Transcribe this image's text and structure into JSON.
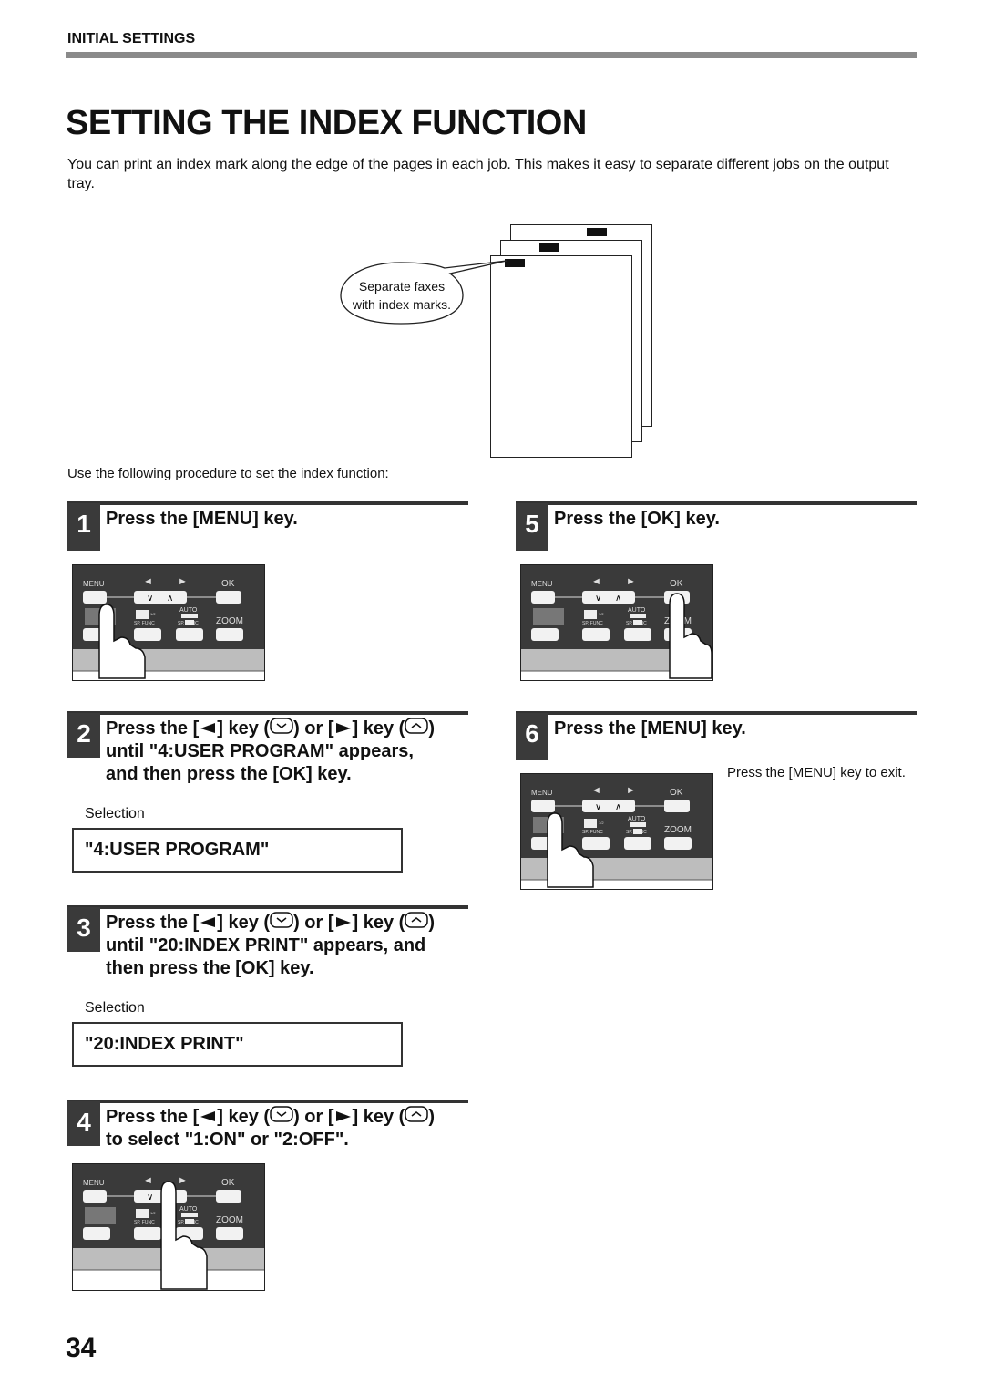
{
  "header": {
    "section": "INITIAL SETTINGS"
  },
  "page_title": "SETTING THE INDEX FUNCTION",
  "intro": "You can print an index mark along the edge of the pages in each job. This makes it easy to separate different jobs on the output tray.",
  "illustration": {
    "callout_line1": "Separate faxes",
    "callout_line2": "with index marks."
  },
  "procedure_intro": "Use the following procedure to set the index function:",
  "panel": {
    "menu": "MENU",
    "ok": "OK",
    "zoom": "ZOOM",
    "auto": "AUTO",
    "sp_func": "SP. FUNC",
    "left_arrow": "◄",
    "right_arrow": "►",
    "down_glyph": "∨",
    "up_glyph": "∧"
  },
  "text": {
    "press_the": "Press the [",
    "key_open": "] key (",
    "or_open": ") or [",
    "close_paren": ")"
  },
  "steps": [
    {
      "number": "1",
      "heading": "Press the [MENU] key."
    },
    {
      "number": "2",
      "line2": "until \"4:USER PROGRAM\" appears,",
      "line3": "and then press the [OK] key.",
      "selection_label": "Selection",
      "display": "\"4:USER PROGRAM\""
    },
    {
      "number": "3",
      "line2": "until \"20:INDEX PRINT\" appears, and",
      "line3": "then press the [OK] key.",
      "selection_label": "Selection",
      "display": "\"20:INDEX PRINT\""
    },
    {
      "number": "4",
      "line2": "to select \"1:ON\" or \"2:OFF\"."
    },
    {
      "number": "5",
      "heading": "Press the [OK] key."
    },
    {
      "number": "6",
      "heading": "Press the [MENU] key.",
      "note": "Press the [MENU] key to exit."
    }
  ],
  "page_number": "34",
  "icons": [
    "left-arrow-key-icon",
    "down-key-icon",
    "right-arrow-key-icon",
    "up-key-icon",
    "pointing-hand-icon"
  ]
}
